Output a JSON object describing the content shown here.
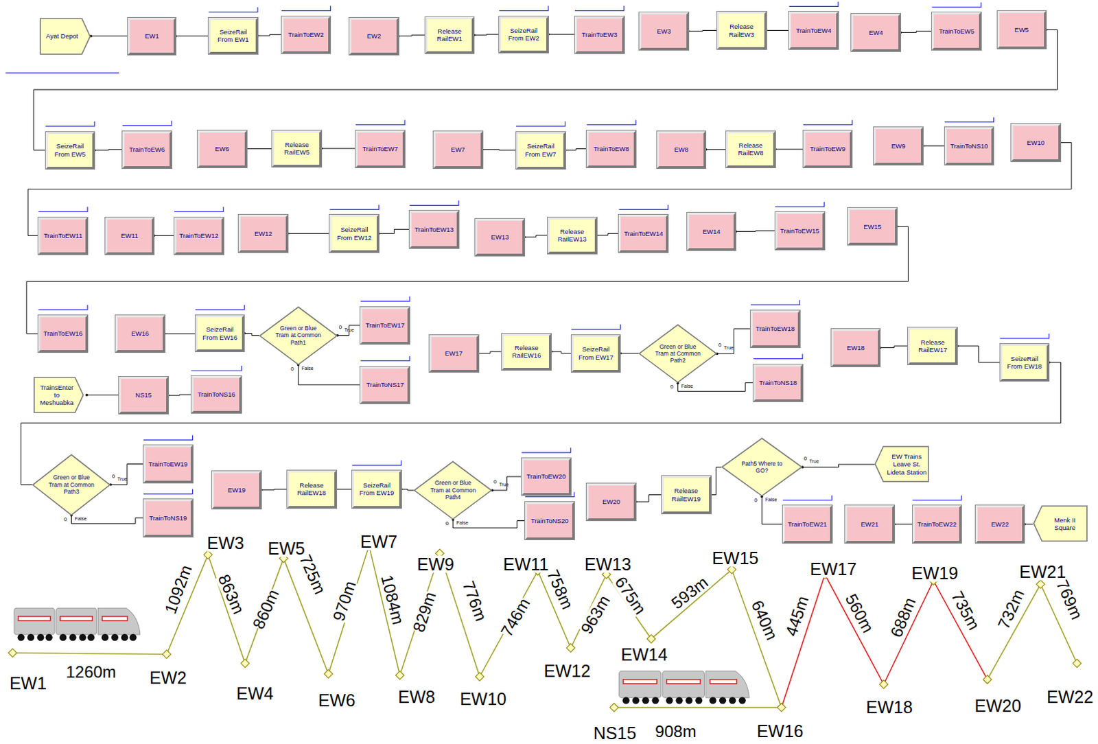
{
  "diagram": {
    "nodes": [
      {
        "text": [
          "Ayat Depot"
        ]
      },
      {
        "text": [
          "EW1"
        ]
      },
      {
        "text": [
          "SeizeRail From EW1"
        ]
      },
      {
        "text": [
          "TrainToEW2"
        ]
      },
      {
        "text": [
          "EW2"
        ]
      },
      {
        "text": [
          "Release RailEW1"
        ]
      },
      {
        "text": [
          "SeizeRail From EW2"
        ]
      },
      {
        "text": [
          "TrainToEW3"
        ]
      },
      {
        "text": [
          "EW3"
        ]
      },
      {
        "text": [
          "Release RailEW3"
        ]
      },
      {
        "text": [
          "TrainToEW4"
        ]
      },
      {
        "text": [
          "EW4"
        ]
      },
      {
        "text": [
          "TrainToEW5"
        ]
      },
      {
        "text": [
          "EW5"
        ]
      },
      {
        "text": [
          "SeizeRail From EW5"
        ]
      },
      {
        "text": [
          "TrainToEW6"
        ]
      },
      {
        "text": [
          "EW6"
        ]
      },
      {
        "text": [
          "Release RailEW5"
        ]
      },
      {
        "text": [
          "TrainToEW7"
        ]
      },
      {
        "text": [
          "EW7"
        ]
      },
      {
        "text": [
          "SeizeRail From EW7"
        ]
      },
      {
        "text": [
          "TrainToEW8"
        ]
      },
      {
        "text": [
          "EW8"
        ]
      },
      {
        "text": [
          "Release RailEW8"
        ]
      },
      {
        "text": [
          "TrainToEW9"
        ]
      },
      {
        "text": [
          "EW9"
        ]
      },
      {
        "text": [
          "TrainToNS10"
        ]
      },
      {
        "text": [
          "EW10"
        ]
      },
      {
        "text": [
          "TrainToEW11"
        ]
      },
      {
        "text": [
          "EW11"
        ]
      },
      {
        "text": [
          "TrainToEW12"
        ]
      },
      {
        "text": [
          "EW12"
        ]
      },
      {
        "text": [
          "SeizeRail From EW12"
        ]
      },
      {
        "text": [
          "TrainToEW13"
        ]
      },
      {
        "text": [
          "EW13"
        ]
      },
      {
        "text": [
          "Release RailEW13"
        ]
      },
      {
        "text": [
          "TrainToEW14"
        ]
      },
      {
        "text": [
          "EW14"
        ]
      },
      {
        "text": [
          "TrainToEW15"
        ]
      },
      {
        "text": [
          "EW15"
        ]
      },
      {
        "text": [
          "TrainToEW16"
        ]
      },
      {
        "text": [
          "EW16"
        ]
      },
      {
        "text": [
          "SeizeRail From EW16"
        ]
      },
      {
        "text": [
          "Green or Blue Tram at Common Path1"
        ]
      },
      {
        "text": [
          "TrainToEW17"
        ]
      },
      {
        "text": [
          "TrainToNS17"
        ]
      },
      {
        "text": [
          "EW17"
        ]
      },
      {
        "text": [
          "Release RailEW16"
        ]
      },
      {
        "text": [
          "SeizeRail From EW17"
        ]
      },
      {
        "text": [
          "Green or Blue Tram at Common Path2"
        ]
      },
      {
        "text": [
          "TrainToEW18"
        ]
      },
      {
        "text": [
          "TrainToNS18"
        ]
      },
      {
        "text": [
          "EW18"
        ]
      },
      {
        "text": [
          "Release RailEW17"
        ]
      },
      {
        "text": [
          "SeizeRail From EW18"
        ]
      },
      {
        "text": [
          "TrainsEnter to Meshuabka"
        ]
      },
      {
        "text": [
          "NS15"
        ]
      },
      {
        "text": [
          "TrainToNS16"
        ]
      },
      {
        "text": [
          "Green or Blue Tram at Common Path3"
        ]
      },
      {
        "text": [
          "TrainToEW19"
        ]
      },
      {
        "text": [
          "TrainToNS19"
        ]
      },
      {
        "text": [
          "EW19"
        ]
      },
      {
        "text": [
          "Release RailEW18"
        ]
      },
      {
        "text": [
          "SeizeRail From EW19"
        ]
      },
      {
        "text": [
          "Green or Blue Tram at Common Path4"
        ]
      },
      {
        "text": [
          "TrainToEW20"
        ]
      },
      {
        "text": [
          "TrainToNS20"
        ]
      },
      {
        "text": [
          "EW20"
        ]
      },
      {
        "text": [
          "Release RailEW19"
        ]
      },
      {
        "text": [
          "Path5 Where to GO?"
        ]
      },
      {
        "text": [
          "EW Trains Leave St. Lideta Station"
        ]
      },
      {
        "text": [
          "TrainToEW21"
        ]
      },
      {
        "text": [
          "EW21"
        ]
      },
      {
        "text": [
          "TrainToEW22"
        ]
      },
      {
        "text": [
          "EW22"
        ]
      },
      {
        "text": [
          "Menk II Square"
        ]
      }
    ],
    "edges": [
      {
        "from": 0,
        "to": 1,
        "arrow": "none"
      },
      {
        "from": 1,
        "to": 2,
        "arrow": "none"
      },
      {
        "from": 2,
        "to": 3,
        "arrow": "none"
      },
      {
        "from": 4,
        "to": 5,
        "arrow": "none"
      },
      {
        "from": 5,
        "to": 6,
        "arrow": "none"
      },
      {
        "from": 6,
        "to": 7,
        "arrow": "none"
      },
      {
        "from": 8,
        "to": 9,
        "arrow": "none"
      },
      {
        "from": 9,
        "to": 10,
        "arrow": "none"
      },
      {
        "from": 11,
        "to": 12,
        "arrow": "none"
      },
      {
        "from": 13,
        "to": 14,
        "arrow": "none"
      },
      {
        "from": 14,
        "to": 15,
        "arrow": "none"
      },
      {
        "from": 16,
        "to": 17,
        "arrow": "none"
      },
      {
        "from": 17,
        "to": 18,
        "arrow": "none"
      },
      {
        "from": 19,
        "to": 20,
        "arrow": "none"
      },
      {
        "from": 20,
        "to": 21,
        "arrow": "none"
      },
      {
        "from": 22,
        "to": 23,
        "arrow": "none"
      },
      {
        "from": 23,
        "to": 24,
        "arrow": "none"
      },
      {
        "from": 25,
        "to": 26,
        "arrow": "none"
      },
      {
        "from": 27,
        "to": 28,
        "arrow": "none"
      },
      {
        "from": 29,
        "to": 30,
        "arrow": "none"
      },
      {
        "from": 31,
        "to": 32,
        "arrow": "none"
      },
      {
        "from": 32,
        "to": 33,
        "arrow": "none"
      },
      {
        "from": 34,
        "to": 35,
        "arrow": "none"
      },
      {
        "from": 35,
        "to": 36,
        "arrow": "none"
      },
      {
        "from": 37,
        "to": 38,
        "arrow": "none"
      },
      {
        "from": 39,
        "to": 40,
        "arrow": "none"
      },
      {
        "from": 41,
        "to": 42,
        "arrow": "none"
      },
      {
        "from": 42,
        "to": 43,
        "arrow": "none"
      },
      {
        "from": 43,
        "to": 44,
        "arrow": "none",
        "label": "True"
      },
      {
        "from": 43,
        "to": 45,
        "arrow": "none",
        "label": "False"
      },
      {
        "from": 46,
        "to": 47,
        "arrow": "none"
      },
      {
        "from": 47,
        "to": 48,
        "arrow": "none"
      },
      {
        "from": 48,
        "to": 49,
        "arrow": "none"
      },
      {
        "from": 49,
        "to": 50,
        "arrow": "none",
        "label": "True"
      },
      {
        "from": 49,
        "to": 51,
        "arrow": "none",
        "label": "False"
      },
      {
        "from": 52,
        "to": 53,
        "arrow": "none"
      },
      {
        "from": 53,
        "to": 54,
        "arrow": "none"
      },
      {
        "from": 54,
        "to": 58,
        "arrow": "none"
      },
      {
        "from": 58,
        "to": 59,
        "arrow": "none",
        "label": "True"
      },
      {
        "from": 58,
        "to": 60,
        "arrow": "none",
        "label": "False"
      },
      {
        "from": 55,
        "to": 56,
        "arrow": "none"
      },
      {
        "from": 56,
        "to": 57,
        "arrow": "none"
      },
      {
        "from": 61,
        "to": 62,
        "arrow": "none"
      },
      {
        "from": 62,
        "to": 63,
        "arrow": "none"
      },
      {
        "from": 63,
        "to": 64,
        "arrow": "none"
      },
      {
        "from": 64,
        "to": 65,
        "arrow": "none",
        "label": "True"
      },
      {
        "from": 64,
        "to": 66,
        "arrow": "none",
        "label": "False"
      },
      {
        "from": 67,
        "to": 68,
        "arrow": "none"
      },
      {
        "from": 68,
        "to": 69,
        "arrow": "none"
      },
      {
        "from": 69,
        "to": 70,
        "arrow": "none",
        "label": "True"
      },
      {
        "from": 69,
        "to": 71,
        "arrow": "none",
        "label": "False"
      },
      {
        "from": 72,
        "to": 73,
        "arrow": "none"
      },
      {
        "from": 74,
        "to": 75,
        "arrow": "none"
      }
    ],
    "labels": [
      "0",
      "0",
      "0",
      "0",
      "0",
      "0",
      "0",
      "0",
      "0",
      "0",
      "EW1",
      "EW2",
      "EW3",
      "EW4",
      "EW5",
      "EW6",
      "EW7",
      "EW8",
      "EW9",
      "EW10",
      "EW11",
      "EW12",
      "EW13",
      "EW14",
      "EW15",
      "EW16",
      "EW17",
      "EW18",
      "EW19",
      "EW20",
      "EW21",
      "EW22",
      "NS15",
      "1260m",
      "1092m",
      "863m",
      "860m",
      "725m",
      "970m",
      "1084m",
      "829m",
      "776m",
      "746m",
      "758m",
      "963m",
      "675m",
      "593m",
      "640m",
      "445m",
      "560m",
      "688m",
      "735m",
      "732m",
      "769m",
      "908m"
    ]
  }
}
